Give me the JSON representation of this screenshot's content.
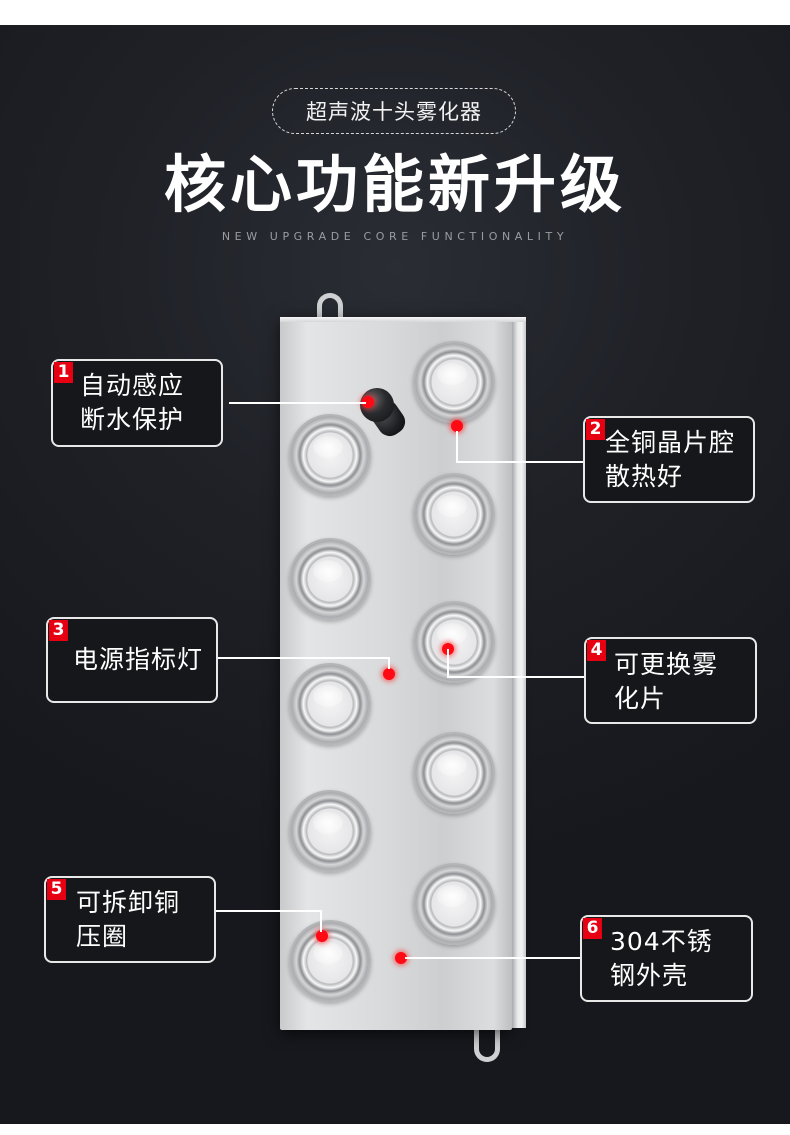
{
  "header": {
    "tag": "超声波十头雾化器",
    "title": "核心功能新升级",
    "subtitle": "NEW UPGRADE CORE FUNCTIONALITY"
  },
  "product": {
    "name": "ultrasonic-10-head-atomizer",
    "nozzle_count": 10,
    "accent_color": "#e60012",
    "dot_color": "#ff0a14"
  },
  "callouts": [
    {
      "number": "1",
      "line1": "自动感应",
      "line2": "断水保护"
    },
    {
      "number": "2",
      "line1": "全铜晶片腔",
      "line2": "散热好"
    },
    {
      "number": "3",
      "line1": "电源指标灯",
      "line2": ""
    },
    {
      "number": "4",
      "line1": "可更换雾",
      "line2": "化片"
    },
    {
      "number": "5",
      "line1": "可拆卸铜",
      "line2": "压圈"
    },
    {
      "number": "6",
      "line1": "304不锈",
      "line2": "钢外壳"
    }
  ]
}
